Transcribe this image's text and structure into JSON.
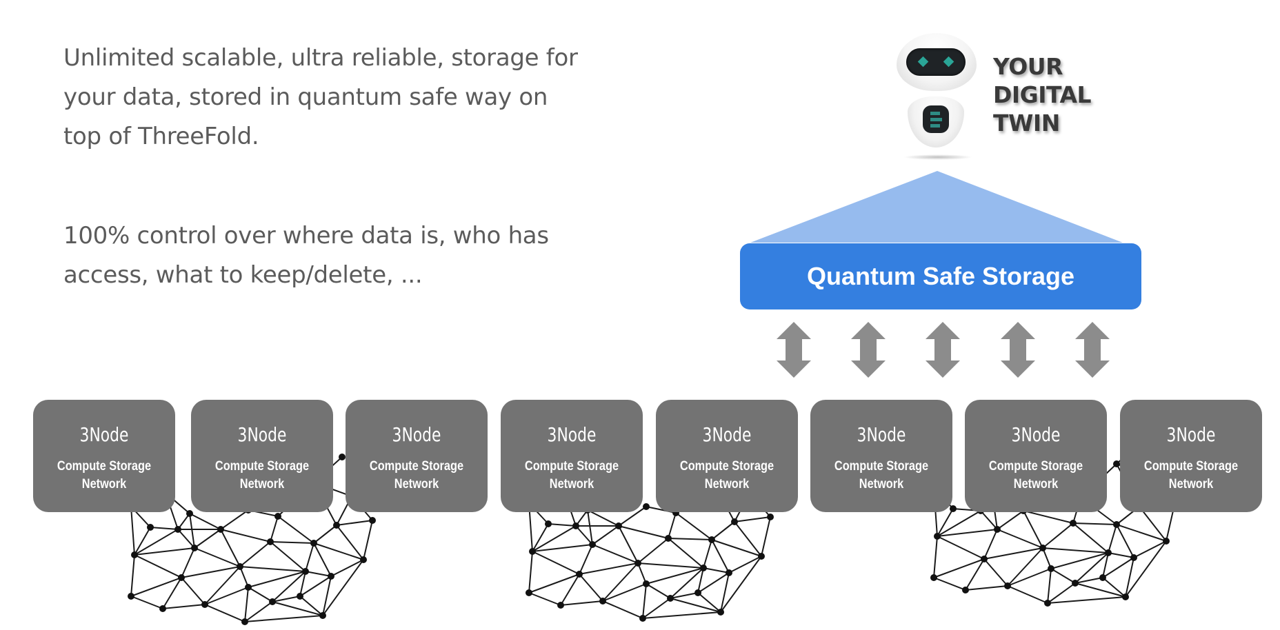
{
  "description": {
    "paragraph_1": [
      "Unlimited scalable, ultra reliable, storage for",
      "your data, stored in quantum safe way on",
      "top of ThreeFold."
    ],
    "paragraph_2": [
      "100% control over where data is, who has",
      "access, what to keep/delete, ..."
    ]
  },
  "digital_twin": {
    "icon": "robot-icon",
    "label_lines": [
      "YOUR",
      "DIGITAL",
      "TWIN"
    ]
  },
  "storage": {
    "label": "Quantum Safe Storage",
    "color": "#347fe0",
    "roof_color": "#96bbee"
  },
  "connections": {
    "icon": "bidirectional-arrow-icon",
    "count": 5,
    "color": "#8c8c8c"
  },
  "nodes": [
    {
      "title": "3Node",
      "subtitle_lines": [
        "Compute Storage",
        "Network"
      ]
    },
    {
      "title": "3Node",
      "subtitle_lines": [
        "Compute Storage",
        "Network"
      ]
    },
    {
      "title": "3Node",
      "subtitle_lines": [
        "Compute Storage",
        "Network"
      ]
    },
    {
      "title": "3Node",
      "subtitle_lines": [
        "Compute Storage",
        "Network"
      ]
    },
    {
      "title": "3Node",
      "subtitle_lines": [
        "Compute Storage",
        "Network"
      ]
    },
    {
      "title": "3Node",
      "subtitle_lines": [
        "Compute Storage",
        "Network"
      ]
    },
    {
      "title": "3Node",
      "subtitle_lines": [
        "Compute Storage",
        "Network"
      ]
    },
    {
      "title": "3Node",
      "subtitle_lines": [
        "Compute Storage",
        "Network"
      ]
    }
  ],
  "node_color": "#737373",
  "mesh": {
    "icon": "network-mesh-icon",
    "copies": 3
  }
}
